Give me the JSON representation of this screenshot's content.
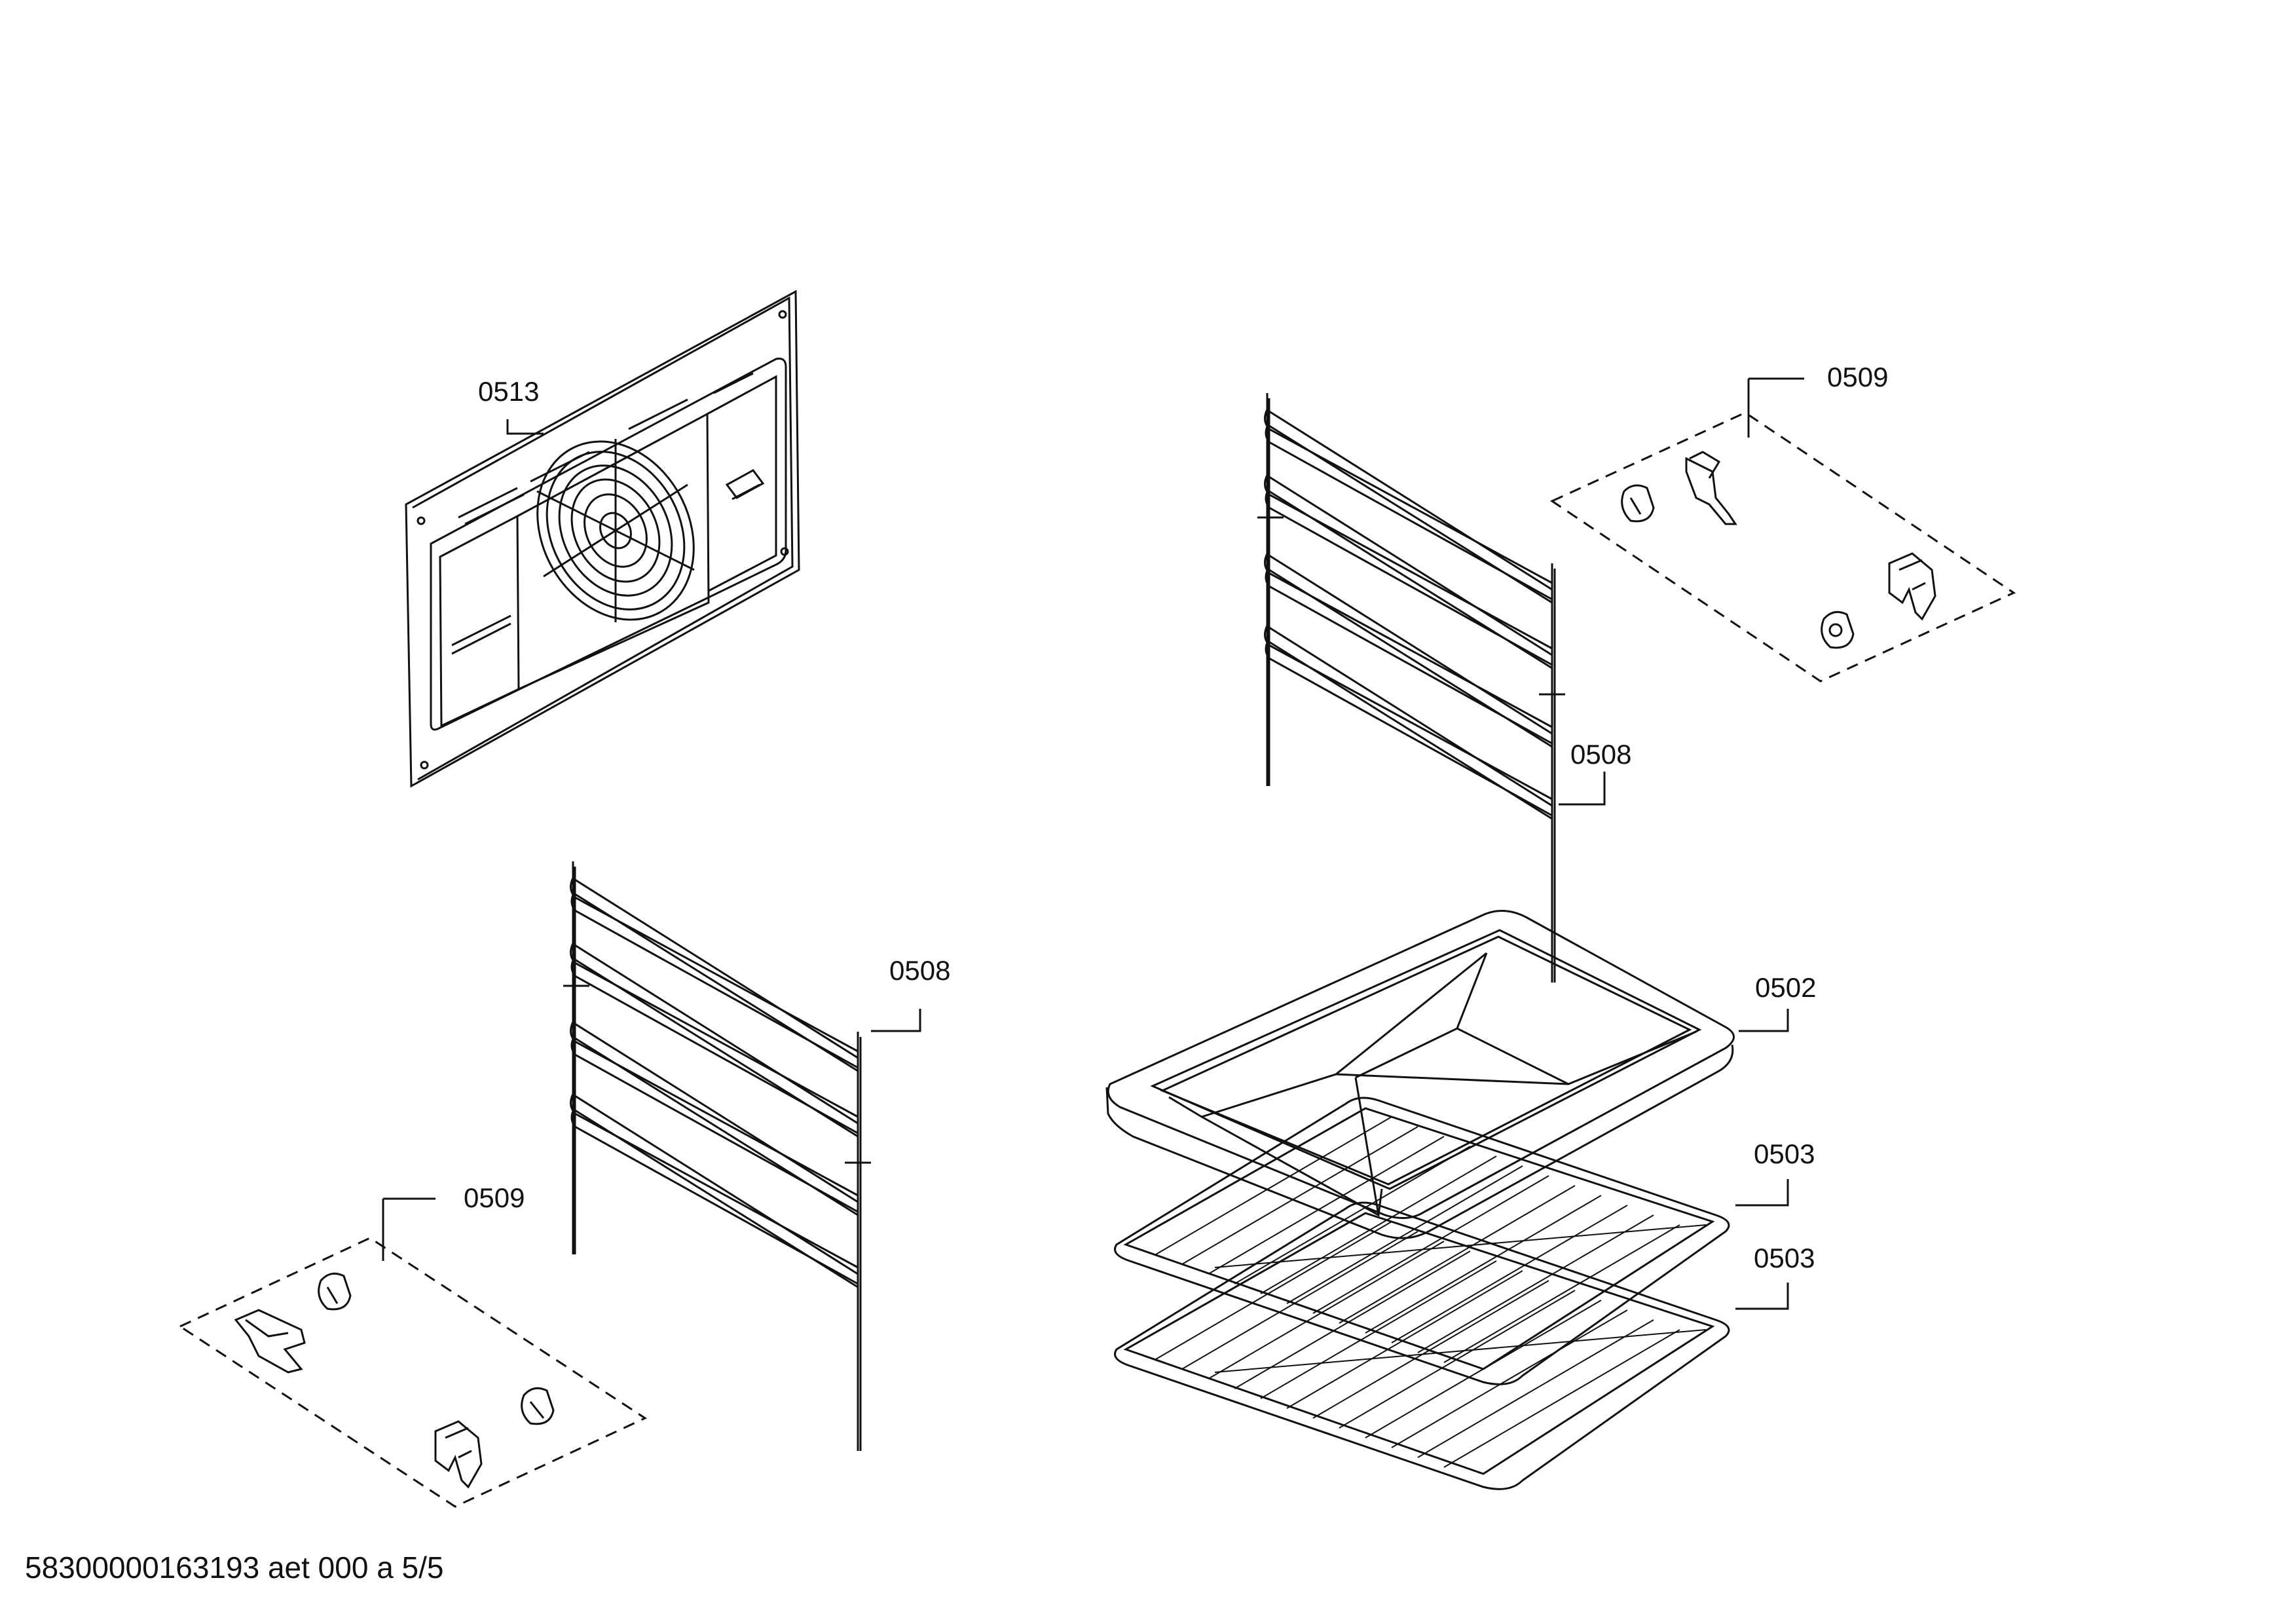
{
  "diagram": {
    "parts": [
      {
        "id": "0513",
        "label": "0513",
        "object": "rear-fan-panel"
      },
      {
        "id": "0509a",
        "label": "0509",
        "object": "clip-set-right"
      },
      {
        "id": "0508a",
        "label": "0508",
        "object": "shelf-rail-right"
      },
      {
        "id": "0508b",
        "label": "0508",
        "object": "shelf-rail-left"
      },
      {
        "id": "0502",
        "label": "0502",
        "object": "baking-tray"
      },
      {
        "id": "0503a",
        "label": "0503",
        "object": "wire-rack-upper"
      },
      {
        "id": "0503b",
        "label": "0503",
        "object": "wire-rack-lower"
      },
      {
        "id": "0509b",
        "label": "0509",
        "object": "clip-set-left"
      }
    ]
  },
  "footer": {
    "text": "58300000163193 aet 000 a 5/5"
  },
  "colors": {
    "line": "#111111",
    "background": "#ffffff"
  }
}
